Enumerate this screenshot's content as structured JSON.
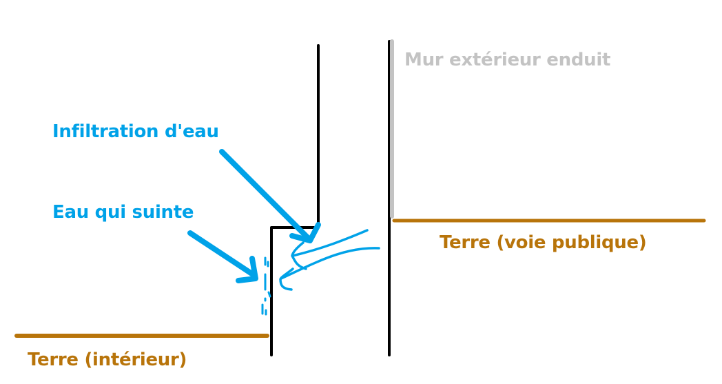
{
  "labels": {
    "exterior_wall": "Mur extérieur enduit",
    "water_infiltration": "Infiltration d'eau",
    "seeping_water": "Eau qui suinte",
    "ground_public_road": "Terre (voie publique)",
    "ground_interior": "Terre (intérieur)"
  },
  "colors": {
    "water": "#00a2e8",
    "ground": "#b8740a",
    "wall": "#000000",
    "render": "#c3c3c3"
  }
}
